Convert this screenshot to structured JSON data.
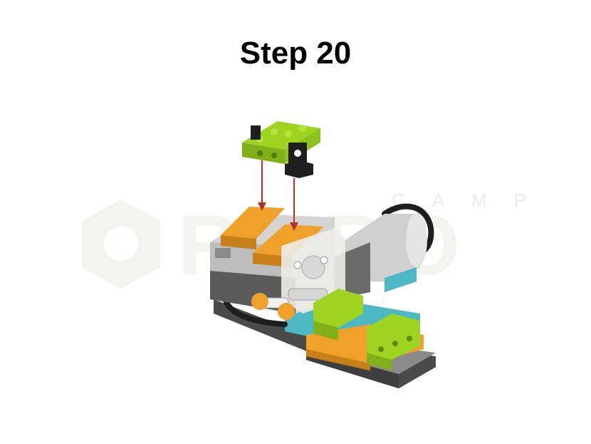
{
  "slide": {
    "title": "Step 20"
  },
  "watermark": {
    "text_top": "CAMP",
    "text_main": "ROBO",
    "color": "#f2f2ec"
  },
  "illustration": {
    "subject": "LEGO WeDo 2.0 build step",
    "colors": {
      "lime": "#9ed321",
      "orange": "#f0a12a",
      "light_gray": "#cfcfcf",
      "dark_gray": "#5a5a5a",
      "teal": "#4bb8c4",
      "black": "#1e1e1e",
      "arrow_red": "#b0302a"
    }
  }
}
